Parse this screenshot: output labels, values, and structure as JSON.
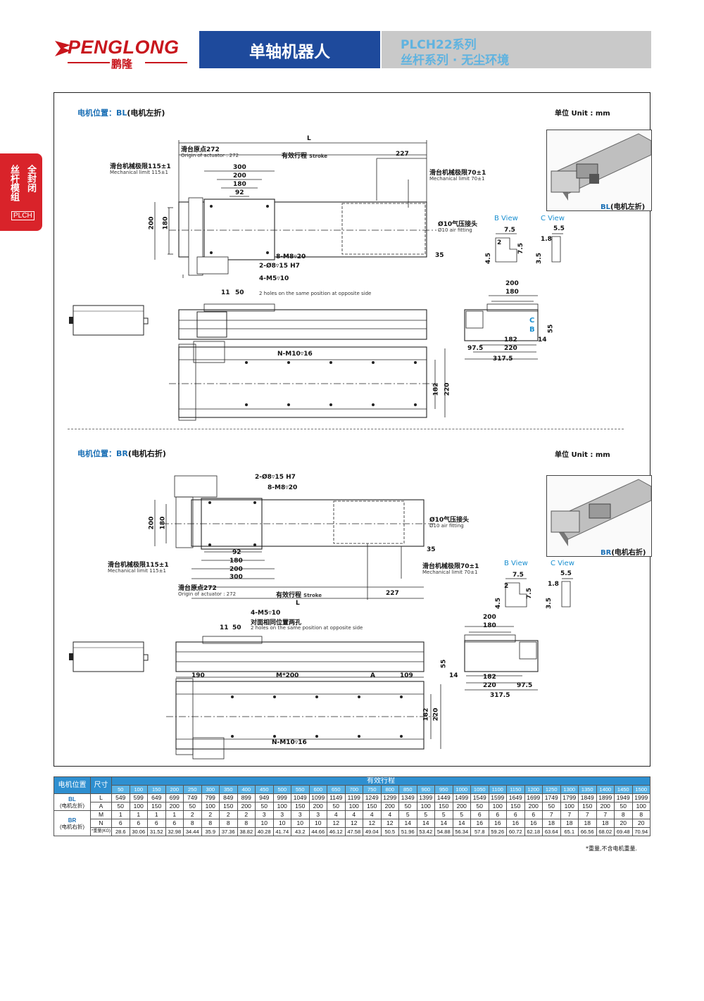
{
  "header": {
    "logo_text": "PENGLONG",
    "logo_cn": "鹏隆",
    "title": "单轴机器人",
    "series_line1": "PLCH22系列",
    "series_line2": "丝杆系列 · 无尘环境"
  },
  "side_tab": {
    "col1": "全封闭",
    "col2": "丝杆模组",
    "badge": "PLCH"
  },
  "section_bl": {
    "title_prefix": "电机位置：",
    "title_code": "BL",
    "title_suffix": "(电机左折)",
    "unit": "单位 Unit : mm",
    "photo_label": "BL(电机左折)",
    "dims": {
      "L": "L",
      "origin_cn": "滑台原点272",
      "origin_en": "Origin of actuator : 272",
      "stroke_cn": "有效行程",
      "stroke_en": "Stroke",
      "d227": "227",
      "mech_left_cn": "滑台机械极限115±1",
      "mech_left_en": "Mechanical limit 115±1",
      "mech_right_cn": "滑台机械极限70±1",
      "mech_right_en": "Mechanical limit 70±1",
      "d300": "300",
      "d200": "200",
      "d180": "180",
      "d92": "92",
      "h200": "200",
      "h180": "180",
      "air_cn": "Ø10气压接头",
      "air_en": "Ø10 air fitting",
      "d35": "35",
      "holes1": "8-M8▿20",
      "holes2": "2-Ø8▿15 H7",
      "holes3": "4-M5▿10",
      "holes3_en": "2 holes on the same position at opposite side",
      "d11": "11",
      "d50": "50",
      "nm10": "N-M10▿16",
      "d182": "182",
      "d220": "220",
      "b_view": "B View",
      "c_view": "C View",
      "b75": "7.5",
      "b2": "2",
      "b75b": "7.5",
      "b45": "4.5",
      "c55": "5.5",
      "c18": "1.8",
      "c35": "3.5",
      "e200": "200",
      "e180": "180",
      "e182": "182",
      "e220": "220",
      "e975": "97.5",
      "e3175": "317.5",
      "e55": "55",
      "e14": "14",
      "eC": "C",
      "eB": "B"
    }
  },
  "section_br": {
    "title_prefix": "电机位置：",
    "title_code": "BR",
    "title_suffix": "(电机右折)",
    "unit": "单位 Unit : mm",
    "photo_label": "BR(电机右折)",
    "dims": {
      "holes2": "2-Ø8▿15 H7",
      "holes1": "8-M8▿20",
      "h200": "200",
      "h180": "180",
      "air_cn": "Ø10气压接头",
      "air_en": "Ø10 air fitting",
      "d35": "35",
      "d92": "92",
      "d180": "180",
      "d200": "200",
      "d300": "300",
      "mech_left_cn": "滑台机械极限115±1",
      "mech_left_en": "Mechanical limit 115±1",
      "mech_right_cn": "滑台机械极限70±1",
      "mech_right_en": "Mechanical limit 70±1",
      "origin_cn": "滑台原点272",
      "origin_en": "Origin of actuator : 272",
      "stroke_cn": "有效行程",
      "stroke_en": "Stroke",
      "d227": "227",
      "L": "L",
      "holes3": "4-M5▿10",
      "holes3_cn": "对面相同位置两孔",
      "holes3_en": "2 holes on the same position at opposite side",
      "d11": "11",
      "d50": "50",
      "d190": "190",
      "m200": "M*200",
      "dA": "A",
      "d109": "109",
      "d182": "182",
      "d220": "220",
      "nm10": "N-M10▿16",
      "b_view": "B View",
      "c_view": "C View",
      "b75": "7.5",
      "b2": "2",
      "b75b": "7.5",
      "b45": "4.5",
      "c55": "5.5",
      "c18": "1.8",
      "c35": "3.5",
      "e200": "200",
      "e180": "180",
      "e182": "182",
      "e220": "220",
      "e975": "97.5",
      "e3175": "317.5",
      "e55": "55",
      "e14": "14"
    }
  },
  "table": {
    "col_motor": "电机位置",
    "col_size": "尺寸",
    "stroke_header": "有效行程",
    "strokes": [
      "50",
      "100",
      "150",
      "200",
      "250",
      "300",
      "350",
      "400",
      "450",
      "500",
      "550",
      "600",
      "650",
      "700",
      "750",
      "800",
      "850",
      "900",
      "950",
      "1000",
      "1050",
      "1100",
      "1150",
      "1200",
      "1250",
      "1300",
      "1350",
      "1400",
      "1450",
      "1500"
    ],
    "bl_label": "BL",
    "bl_sub": "(电机左折)",
    "br_label": "BR",
    "br_sub": "(电机右折)",
    "rows": [
      {
        "key": "L",
        "values": [
          "549",
          "599",
          "649",
          "699",
          "749",
          "799",
          "849",
          "899",
          "949",
          "999",
          "1049",
          "1099",
          "1149",
          "1199",
          "1249",
          "1299",
          "1349",
          "1399",
          "1449",
          "1499",
          "1549",
          "1599",
          "1649",
          "1699",
          "1749",
          "1799",
          "1849",
          "1899",
          "1949",
          "1999"
        ]
      },
      {
        "key": "A",
        "values": [
          "50",
          "100",
          "150",
          "200",
          "50",
          "100",
          "150",
          "200",
          "50",
          "100",
          "150",
          "200",
          "50",
          "100",
          "150",
          "200",
          "50",
          "100",
          "150",
          "200",
          "50",
          "100",
          "150",
          "200",
          "50",
          "100",
          "150",
          "200",
          "50",
          "100"
        ]
      },
      {
        "key": "M",
        "values": [
          "1",
          "1",
          "1",
          "1",
          "2",
          "2",
          "2",
          "2",
          "3",
          "3",
          "3",
          "3",
          "4",
          "4",
          "4",
          "4",
          "5",
          "5",
          "5",
          "5",
          "6",
          "6",
          "6",
          "6",
          "7",
          "7",
          "7",
          "7",
          "8",
          "8"
        ]
      },
      {
        "key": "N",
        "values": [
          "6",
          "6",
          "6",
          "6",
          "8",
          "8",
          "8",
          "8",
          "10",
          "10",
          "10",
          "10",
          "12",
          "12",
          "12",
          "12",
          "14",
          "14",
          "14",
          "14",
          "16",
          "16",
          "16",
          "16",
          "18",
          "18",
          "18",
          "18",
          "20",
          "20"
        ]
      },
      {
        "key": "*重量(KG)",
        "values": [
          "28.6",
          "30.06",
          "31.52",
          "32.98",
          "34.44",
          "35.9",
          "37.36",
          "38.82",
          "40.28",
          "41.74",
          "43.2",
          "44.66",
          "46.12",
          "47.58",
          "49.04",
          "50.5",
          "51.96",
          "53.42",
          "54.88",
          "56.34",
          "57.8",
          "59.26",
          "60.72",
          "62.18",
          "63.64",
          "65.1",
          "66.56",
          "68.02",
          "69.48",
          "70.94"
        ]
      }
    ],
    "footnote": "*重量,不含电机重量."
  }
}
